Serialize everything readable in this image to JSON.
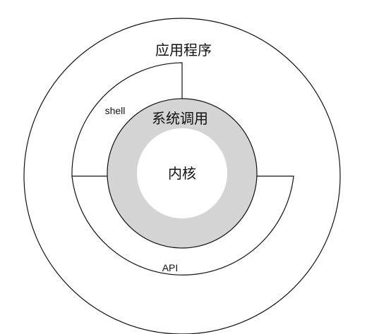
{
  "diagram": {
    "outer_label": "应用程序",
    "shell_label": "shell",
    "syscall_label": "系统调用",
    "kernel_label": "内核",
    "api_label": "API"
  },
  "colors": {
    "line": "#111111",
    "syscall_ring": "#d4d4d4",
    "kernel_fill": "#ffffff",
    "background": "#ffffff"
  }
}
